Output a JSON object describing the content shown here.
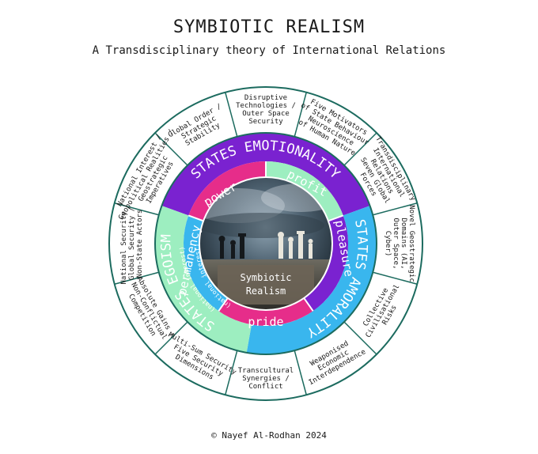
{
  "header": {
    "title": "SYMBIOTIC REALISM",
    "subtitle": "A Transdisciplinary theory of International Relations"
  },
  "footer": {
    "copyright": "© Nayef Al-Rodhan 2024"
  },
  "center": {
    "line1": "Symbiotic",
    "line2": "Realism"
  },
  "bands": {
    "emotionality": "STATES EMOTIONALITY",
    "amorality": "STATES AMORALITY",
    "egoism": "STATES EGOISM",
    "egoism_sub": "(national interest)",
    "egoism_sub2": "(national interest)"
  },
  "inner": {
    "power": "power",
    "profit": "profit",
    "pleasure": "pleasure",
    "pride": "pride",
    "permanency": "permanency"
  },
  "outer_segments": [
    [
      "Disruptive",
      "Technologies /",
      "Outer Space",
      "Security"
    ],
    [
      "Five Motivators",
      "of State Behaviour",
      "Neuroscience",
      "of Human Nature"
    ],
    [
      "Transdisciplinary",
      "International",
      "Relations",
      "Seven Global",
      "Forces"
    ],
    [
      "Novel Geostrategic",
      "Domains (AI,",
      "Outer Space,",
      "Cyber)"
    ],
    [
      "Collective",
      "Civilisational",
      "Risks"
    ],
    [
      "Weaponised",
      "Economic",
      "Interdependence"
    ],
    [
      "Transcultural",
      "Synergies /",
      "Conflict"
    ],
    [
      "Multi-Sum Security",
      "Five Security",
      "Dimensions"
    ],
    [
      "Absolute Gains /",
      "Non-Conflictual",
      "Competition"
    ],
    [
      "National Security /",
      "Global Security /",
      "Non-State Actors"
    ],
    [
      "National Interest /",
      "Geopolitical Realities /",
      "Geostrategic",
      "Imperatives"
    ],
    [
      "Global Order /",
      "Strategic",
      "Stability"
    ]
  ],
  "colors": {
    "purple": "#7a22d0",
    "green": "#9deec0",
    "blue": "#39b6ee",
    "pink": "#e62d8a",
    "ring_border": "#1c6b5f"
  }
}
